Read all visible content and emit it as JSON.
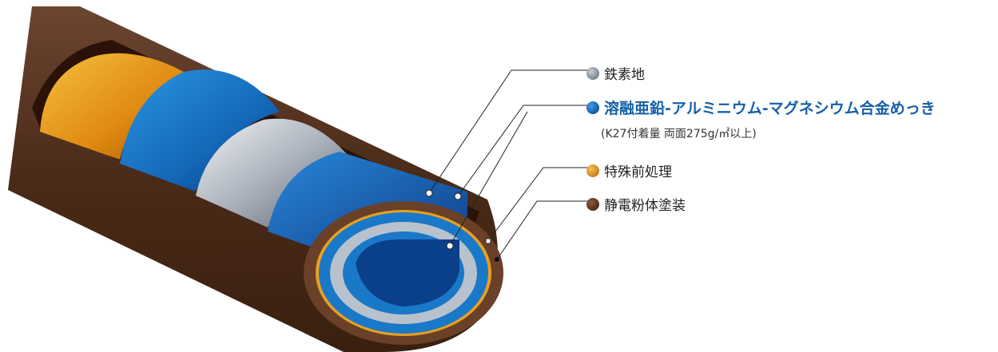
{
  "legend": {
    "items": [
      {
        "label": "鉄素地",
        "color": "#7a8492"
      },
      {
        "label": "溶融亜鉛-アルミニウム-マグネシウム合金めっき",
        "color": "#1660a8",
        "sub": "(K27付着量 両面275g/㎡以上)"
      },
      {
        "label": "特殊前処理",
        "color": "#e08a0c"
      },
      {
        "label": "静電粉体塗装",
        "color": "#5a3420"
      }
    ]
  },
  "colors": {
    "coating": "#5e3822",
    "pretreatment": "#e8a020",
    "plating": "#1a78c8",
    "steel": "#9aa4b0",
    "primary_text": "#1660a8"
  }
}
